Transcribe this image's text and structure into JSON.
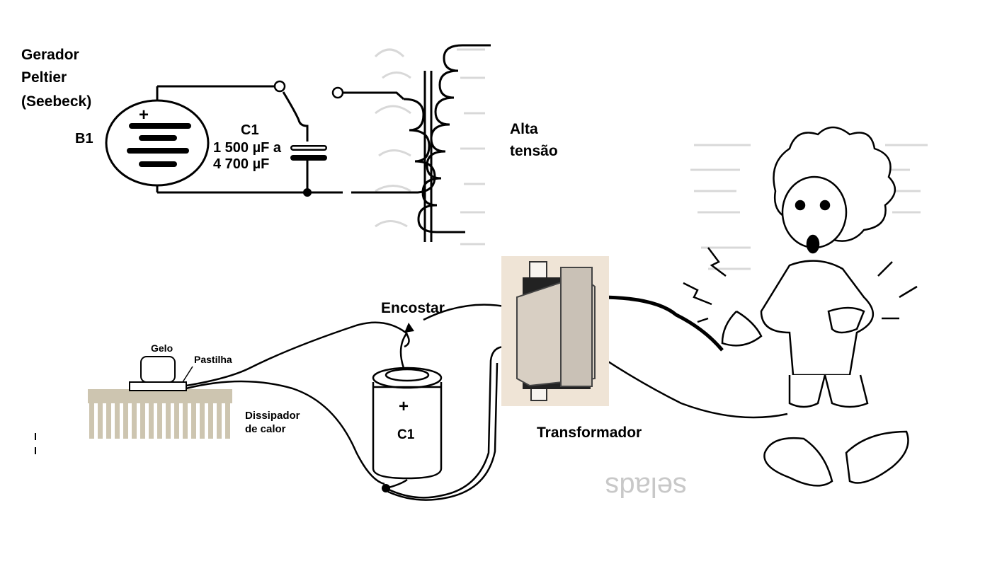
{
  "schematic": {
    "title_lines": [
      "Gerador",
      "Peltier",
      "(Seebeck)"
    ],
    "battery_label": "B1",
    "battery_plus": "+",
    "capacitor_name": "C1",
    "capacitor_value_line1": "1 500 µF a",
    "capacitor_value_line2": "4 700  µF",
    "output_label_lines": [
      "Alta",
      "tensão"
    ]
  },
  "assembly": {
    "ice_label": "Gelo",
    "pellet_label": "Pastilha",
    "heatsink_label_lines": [
      "Dissipador",
      "de calor"
    ],
    "touch_label": "Encostar",
    "capacitor_plus": "+",
    "capacitor_name": "C1",
    "transformer_label": "Transformador"
  },
  "background_text": {
    "bottom_word": "selads"
  }
}
